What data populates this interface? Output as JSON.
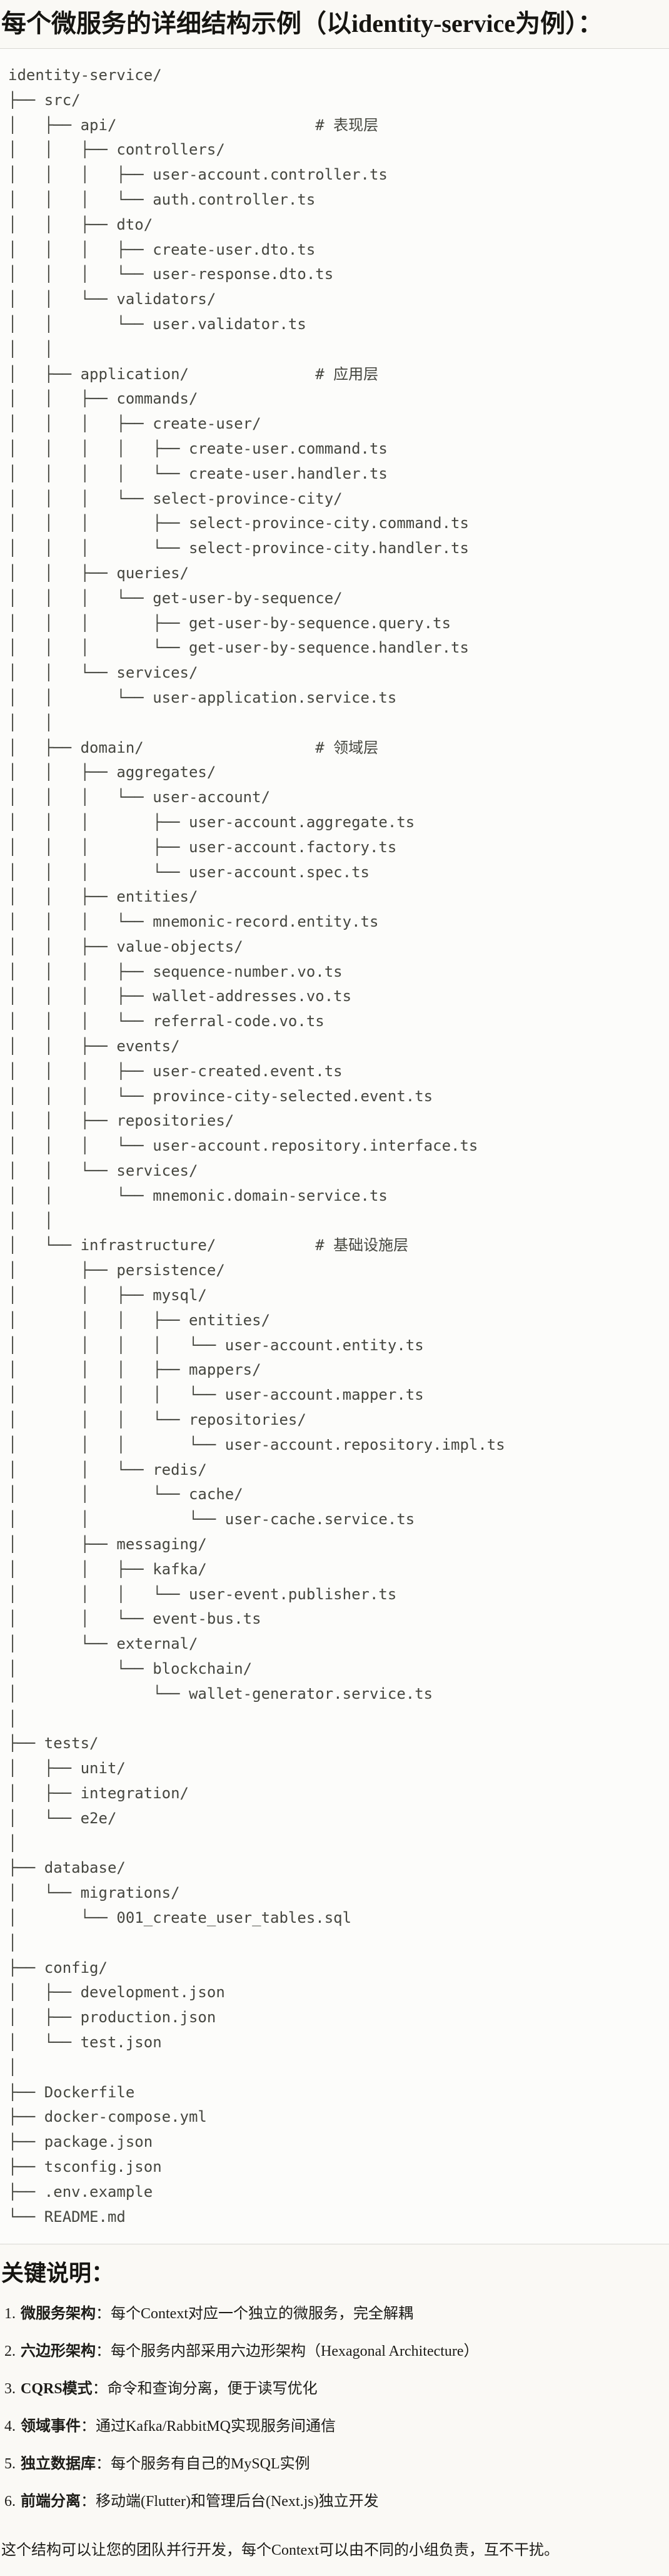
{
  "page": {
    "title": "每个微服务的详细结构示例（以identity-service为例）：",
    "tree_lines": [
      "identity-service/",
      "├── src/",
      "│   ├── api/                      # 表现层",
      "│   │   ├── controllers/",
      "│   │   │   ├── user-account.controller.ts",
      "│   │   │   └── auth.controller.ts",
      "│   │   ├── dto/",
      "│   │   │   ├── create-user.dto.ts",
      "│   │   │   └── user-response.dto.ts",
      "│   │   └── validators/",
      "│   │       └── user.validator.ts",
      "│   │",
      "│   ├── application/              # 应用层",
      "│   │   ├── commands/",
      "│   │   │   ├── create-user/",
      "│   │   │   │   ├── create-user.command.ts",
      "│   │   │   │   └── create-user.handler.ts",
      "│   │   │   └── select-province-city/",
      "│   │   │       ├── select-province-city.command.ts",
      "│   │   │       └── select-province-city.handler.ts",
      "│   │   ├── queries/",
      "│   │   │   └── get-user-by-sequence/",
      "│   │   │       ├── get-user-by-sequence.query.ts",
      "│   │   │       └── get-user-by-sequence.handler.ts",
      "│   │   └── services/",
      "│   │       └── user-application.service.ts",
      "│   │",
      "│   ├── domain/                   # 领域层",
      "│   │   ├── aggregates/",
      "│   │   │   └── user-account/",
      "│   │   │       ├── user-account.aggregate.ts",
      "│   │   │       ├── user-account.factory.ts",
      "│   │   │       └── user-account.spec.ts",
      "│   │   ├── entities/",
      "│   │   │   └── mnemonic-record.entity.ts",
      "│   │   ├── value-objects/",
      "│   │   │   ├── sequence-number.vo.ts",
      "│   │   │   ├── wallet-addresses.vo.ts",
      "│   │   │   └── referral-code.vo.ts",
      "│   │   ├── events/",
      "│   │   │   ├── user-created.event.ts",
      "│   │   │   └── province-city-selected.event.ts",
      "│   │   ├── repositories/",
      "│   │   │   └── user-account.repository.interface.ts",
      "│   │   └── services/",
      "│   │       └── mnemonic.domain-service.ts",
      "│   │",
      "│   └── infrastructure/           # 基础设施层",
      "│       ├── persistence/",
      "│       │   ├── mysql/",
      "│       │   │   ├── entities/",
      "│       │   │   │   └── user-account.entity.ts",
      "│       │   │   ├── mappers/",
      "│       │   │   │   └── user-account.mapper.ts",
      "│       │   │   └── repositories/",
      "│       │   │       └── user-account.repository.impl.ts",
      "│       │   └── redis/",
      "│       │       └── cache/",
      "│       │           └── user-cache.service.ts",
      "│       ├── messaging/",
      "│       │   ├── kafka/",
      "│       │   │   └── user-event.publisher.ts",
      "│       │   └── event-bus.ts",
      "│       └── external/",
      "│           └── blockchain/",
      "│               └── wallet-generator.service.ts",
      "│",
      "├── tests/",
      "│   ├── unit/",
      "│   ├── integration/",
      "│   └── e2e/",
      "│",
      "├── database/",
      "│   └── migrations/",
      "│       └── 001_create_user_tables.sql",
      "│",
      "├── config/",
      "│   ├── development.json",
      "│   ├── production.json",
      "│   └── test.json",
      "│",
      "├── Dockerfile",
      "├── docker-compose.yml",
      "├── package.json",
      "├── tsconfig.json",
      "├── .env.example",
      "└── README.md"
    ]
  },
  "notes": {
    "heading": "关键说明：",
    "items": [
      {
        "num": "1.",
        "term": "微服务架构",
        "desc": "：每个Context对应一个独立的微服务，完全解耦"
      },
      {
        "num": "2.",
        "term": "六边形架构",
        "desc": "：每个服务内部采用六边形架构（Hexagonal Architecture）"
      },
      {
        "num": "3.",
        "term": "CQRS模式",
        "desc": "：命令和查询分离，便于读写优化"
      },
      {
        "num": "4.",
        "term": "领域事件",
        "desc": "：通过Kafka/RabbitMQ实现服务间通信"
      },
      {
        "num": "5.",
        "term": "独立数据库",
        "desc": "：每个服务有自己的MySQL实例"
      },
      {
        "num": "6.",
        "term": "前端分离",
        "desc": "：移动端(Flutter)和管理后台(Next.js)独立开发"
      }
    ],
    "footer": "这个结构可以让您的团队并行开发，每个Context可以由不同的小组负责，互不干扰。"
  }
}
